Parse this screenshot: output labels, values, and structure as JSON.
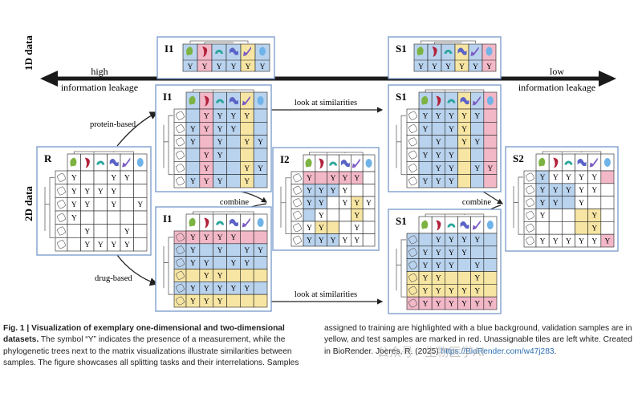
{
  "figure": {
    "axis_labels": {
      "one_d": "1D data",
      "two_d": "2D data"
    },
    "arrow_labels": {
      "high_1": "high",
      "high_2": "information leakage",
      "low_1": "low",
      "low_2": "information leakage"
    },
    "edge_labels": {
      "protein": "protein-based",
      "drug": "drug-based",
      "similar": "look at similarities",
      "combine": "combine"
    },
    "measurement_symbol": "Y",
    "colors": {
      "train": "#b9d3ee",
      "val": "#f7e5a3",
      "test": "#f2b8c8",
      "unassigned": "#ffffff",
      "frame": "#7f9fce"
    },
    "panels": [
      {
        "id": "I1_1d",
        "title": "I1",
        "kind": "1d",
        "colors": [
          "B",
          "R",
          "B",
          "B",
          "Y",
          "B"
        ],
        "values": [
          "Y",
          "Y",
          "Y",
          "Y",
          "Y",
          "Y"
        ]
      },
      {
        "id": "S1_1d",
        "title": "S1",
        "kind": "1d",
        "colors": [
          "B",
          "B",
          "B",
          "Y",
          "B",
          "R"
        ],
        "values": [
          "Y",
          "Y",
          "Y",
          "Y",
          "Y",
          "Y"
        ]
      },
      {
        "id": "R",
        "title": "R",
        "kind": "2d",
        "colors": [
          [
            "W",
            "W",
            "W",
            "W",
            "W",
            "W"
          ],
          [
            "W",
            "W",
            "W",
            "W",
            "W",
            "W"
          ],
          [
            "W",
            "W",
            "W",
            "W",
            "W",
            "W"
          ],
          [
            "W",
            "W",
            "W",
            "W",
            "W",
            "W"
          ],
          [
            "W",
            "W",
            "W",
            "W",
            "W",
            "W"
          ],
          [
            "W",
            "W",
            "W",
            "W",
            "W",
            "W"
          ]
        ],
        "values": [
          [
            "Y",
            "",
            "",
            "Y",
            "Y",
            ""
          ],
          [
            "Y",
            "Y",
            "Y",
            "Y",
            "",
            ""
          ],
          [
            "Y",
            "Y",
            "",
            "Y",
            "",
            "Y"
          ],
          [
            "Y",
            "",
            "",
            "",
            "",
            ""
          ],
          [
            "",
            "Y",
            "",
            "",
            "Y",
            ""
          ],
          [
            "",
            "Y",
            "Y",
            "Y",
            "Y",
            ""
          ]
        ]
      },
      {
        "id": "I1_protein",
        "title": "I1",
        "kind": "2d",
        "colors": [
          [
            "B",
            "R",
            "B",
            "B",
            "Y",
            "B"
          ],
          [
            "B",
            "R",
            "B",
            "B",
            "Y",
            "B"
          ],
          [
            "B",
            "R",
            "B",
            "B",
            "Y",
            "B"
          ],
          [
            "B",
            "R",
            "B",
            "B",
            "Y",
            "B"
          ],
          [
            "B",
            "R",
            "B",
            "B",
            "Y",
            "B"
          ],
          [
            "B",
            "R",
            "B",
            "B",
            "Y",
            "B"
          ]
        ],
        "values": [
          [
            "",
            "Y",
            "Y",
            "Y",
            "Y",
            ""
          ],
          [
            "Y",
            "Y",
            "Y",
            "Y",
            "",
            ""
          ],
          [
            "Y",
            "",
            "Y",
            "",
            "Y",
            "Y"
          ],
          [
            "",
            "Y",
            "Y",
            "",
            "",
            ""
          ],
          [
            "",
            "Y",
            "",
            "",
            "Y",
            "Y"
          ],
          [
            "Y",
            "Y",
            "Y",
            "",
            "Y",
            ""
          ]
        ]
      },
      {
        "id": "I1_drug",
        "title": "I1",
        "kind": "2d",
        "colors": [
          [
            "R",
            "R",
            "R",
            "R",
            "R",
            "R"
          ],
          [
            "B",
            "B",
            "B",
            "B",
            "B",
            "B"
          ],
          [
            "B",
            "B",
            "B",
            "B",
            "B",
            "B"
          ],
          [
            "Y",
            "Y",
            "Y",
            "Y",
            "Y",
            "Y"
          ],
          [
            "B",
            "B",
            "B",
            "B",
            "B",
            "B"
          ],
          [
            "Y",
            "Y",
            "Y",
            "Y",
            "Y",
            "Y"
          ]
        ],
        "values": [
          [
            "Y",
            "Y",
            "Y",
            "Y",
            "",
            ""
          ],
          [
            "Y",
            "",
            "Y",
            "",
            "Y",
            "Y"
          ],
          [
            "Y",
            "Y",
            "",
            "Y",
            "Y",
            ""
          ],
          [
            "",
            "Y",
            "Y",
            "",
            "",
            ""
          ],
          [
            "Y",
            "Y",
            "Y",
            "Y",
            "Y",
            ""
          ],
          [
            "Y",
            "Y",
            "Y",
            "",
            "",
            ""
          ]
        ]
      },
      {
        "id": "I2",
        "title": "I2",
        "kind": "2d",
        "colors": [
          [
            "R",
            "R",
            "R",
            "R",
            "R",
            "W"
          ],
          [
            "B",
            "B",
            "B",
            "W",
            "W",
            "W"
          ],
          [
            "B",
            "B",
            "W",
            "W",
            "Y",
            "W"
          ],
          [
            "B",
            "W",
            "W",
            "W",
            "Y",
            "W"
          ],
          [
            "W",
            "Y",
            "Y",
            "W",
            "W",
            "W"
          ],
          [
            "B",
            "B",
            "B",
            "W",
            "W",
            "W"
          ]
        ],
        "values": [
          [
            "Y",
            "",
            "Y",
            "Y",
            "Y",
            ""
          ],
          [
            "Y",
            "Y",
            "Y",
            "Y",
            "",
            ""
          ],
          [
            "Y",
            "Y",
            "",
            "Y",
            "Y",
            "Y"
          ],
          [
            "",
            "Y",
            "",
            "",
            "Y",
            ""
          ],
          [
            "Y",
            "Y",
            "",
            "",
            "Y",
            ""
          ],
          [
            "Y",
            "Y",
            "Y",
            "Y",
            "Y",
            ""
          ]
        ]
      },
      {
        "id": "S1_protein",
        "title": "S1",
        "kind": "2d",
        "colors": [
          [
            "B",
            "B",
            "B",
            "Y",
            "B",
            "R"
          ],
          [
            "B",
            "B",
            "B",
            "Y",
            "B",
            "R"
          ],
          [
            "B",
            "B",
            "B",
            "Y",
            "B",
            "R"
          ],
          [
            "B",
            "B",
            "B",
            "Y",
            "B",
            "R"
          ],
          [
            "B",
            "B",
            "B",
            "Y",
            "B",
            "R"
          ],
          [
            "B",
            "B",
            "B",
            "Y",
            "B",
            "R"
          ]
        ],
        "values": [
          [
            "Y",
            "Y",
            "Y",
            "Y",
            "Y",
            ""
          ],
          [
            "Y",
            "",
            "Y",
            "Y",
            "",
            ""
          ],
          [
            "",
            "Y",
            "",
            "Y",
            "Y",
            ""
          ],
          [
            "Y",
            "Y",
            "Y",
            "",
            "",
            ""
          ],
          [
            "",
            "Y",
            "Y",
            "",
            "Y",
            "Y"
          ],
          [
            "Y",
            "Y",
            "Y",
            "",
            "",
            ""
          ]
        ]
      },
      {
        "id": "S1_drug",
        "title": "S1",
        "kind": "2d",
        "colors": [
          [
            "B",
            "B",
            "B",
            "B",
            "B",
            "B"
          ],
          [
            "B",
            "B",
            "B",
            "B",
            "B",
            "B"
          ],
          [
            "B",
            "B",
            "B",
            "B",
            "B",
            "B"
          ],
          [
            "Y",
            "Y",
            "Y",
            "Y",
            "Y",
            "Y"
          ],
          [
            "Y",
            "Y",
            "Y",
            "Y",
            "Y",
            "Y"
          ],
          [
            "R",
            "R",
            "R",
            "R",
            "R",
            "R"
          ]
        ],
        "values": [
          [
            "",
            "Y",
            "Y",
            "Y",
            "Y",
            ""
          ],
          [
            "Y",
            "Y",
            "Y",
            "Y",
            "",
            ""
          ],
          [
            "Y",
            "Y",
            "Y",
            "",
            "Y",
            ""
          ],
          [
            "Y",
            "Y",
            "",
            "",
            "Y",
            ""
          ],
          [
            "Y",
            "Y",
            "Y",
            "Y",
            "Y",
            ""
          ],
          [
            "Y",
            "Y",
            "Y",
            "Y",
            "Y",
            "Y"
          ]
        ]
      },
      {
        "id": "S2",
        "title": "S2",
        "kind": "2d",
        "colors": [
          [
            "B",
            "W",
            "W",
            "W",
            "W",
            "R"
          ],
          [
            "B",
            "B",
            "B",
            "W",
            "W",
            "W"
          ],
          [
            "B",
            "B",
            "B",
            "W",
            "W",
            "W"
          ],
          [
            "W",
            "W",
            "W",
            "Y",
            "Y",
            "W"
          ],
          [
            "W",
            "W",
            "W",
            "Y",
            "Y",
            "W"
          ],
          [
            "W",
            "W",
            "W",
            "W",
            "W",
            "R"
          ]
        ],
        "values": [
          [
            "Y",
            "Y",
            "Y",
            "Y",
            "Y",
            ""
          ],
          [
            "Y",
            "Y",
            "Y",
            "Y",
            "Y",
            ""
          ],
          [
            "Y",
            "Y",
            "",
            "Y",
            "",
            ""
          ],
          [
            "Y",
            "",
            "",
            "",
            "Y",
            ""
          ],
          [
            "",
            "",
            "",
            "",
            "Y",
            ""
          ],
          [
            "Y",
            "Y",
            "Y",
            "Y",
            "Y",
            "Y"
          ]
        ]
      }
    ]
  },
  "caption": {
    "title_prefix": "Fig. 1 | ",
    "title_bold": "Visualization of exemplary one-dimensional and two-dimensional datasets.",
    "body_left": " The symbol “Y” indicates the presence of a measurement, while the phylogenetic trees next to the matrix visualizations illustrate similarities between samples. The figure showcases all splitting tasks and their interrelations. Samples",
    "body_right": "assigned to training are highlighted with a blue background, validation samples are in yellow, and test samples are marked in red. Unassignable tiles are left white. Created in BioRender. Joeres, R. (2025) ",
    "link": "https://BioRender.com/w47j283",
    "link_suffix": "."
  },
  "watermark": "公众号 · 生物医学AI"
}
